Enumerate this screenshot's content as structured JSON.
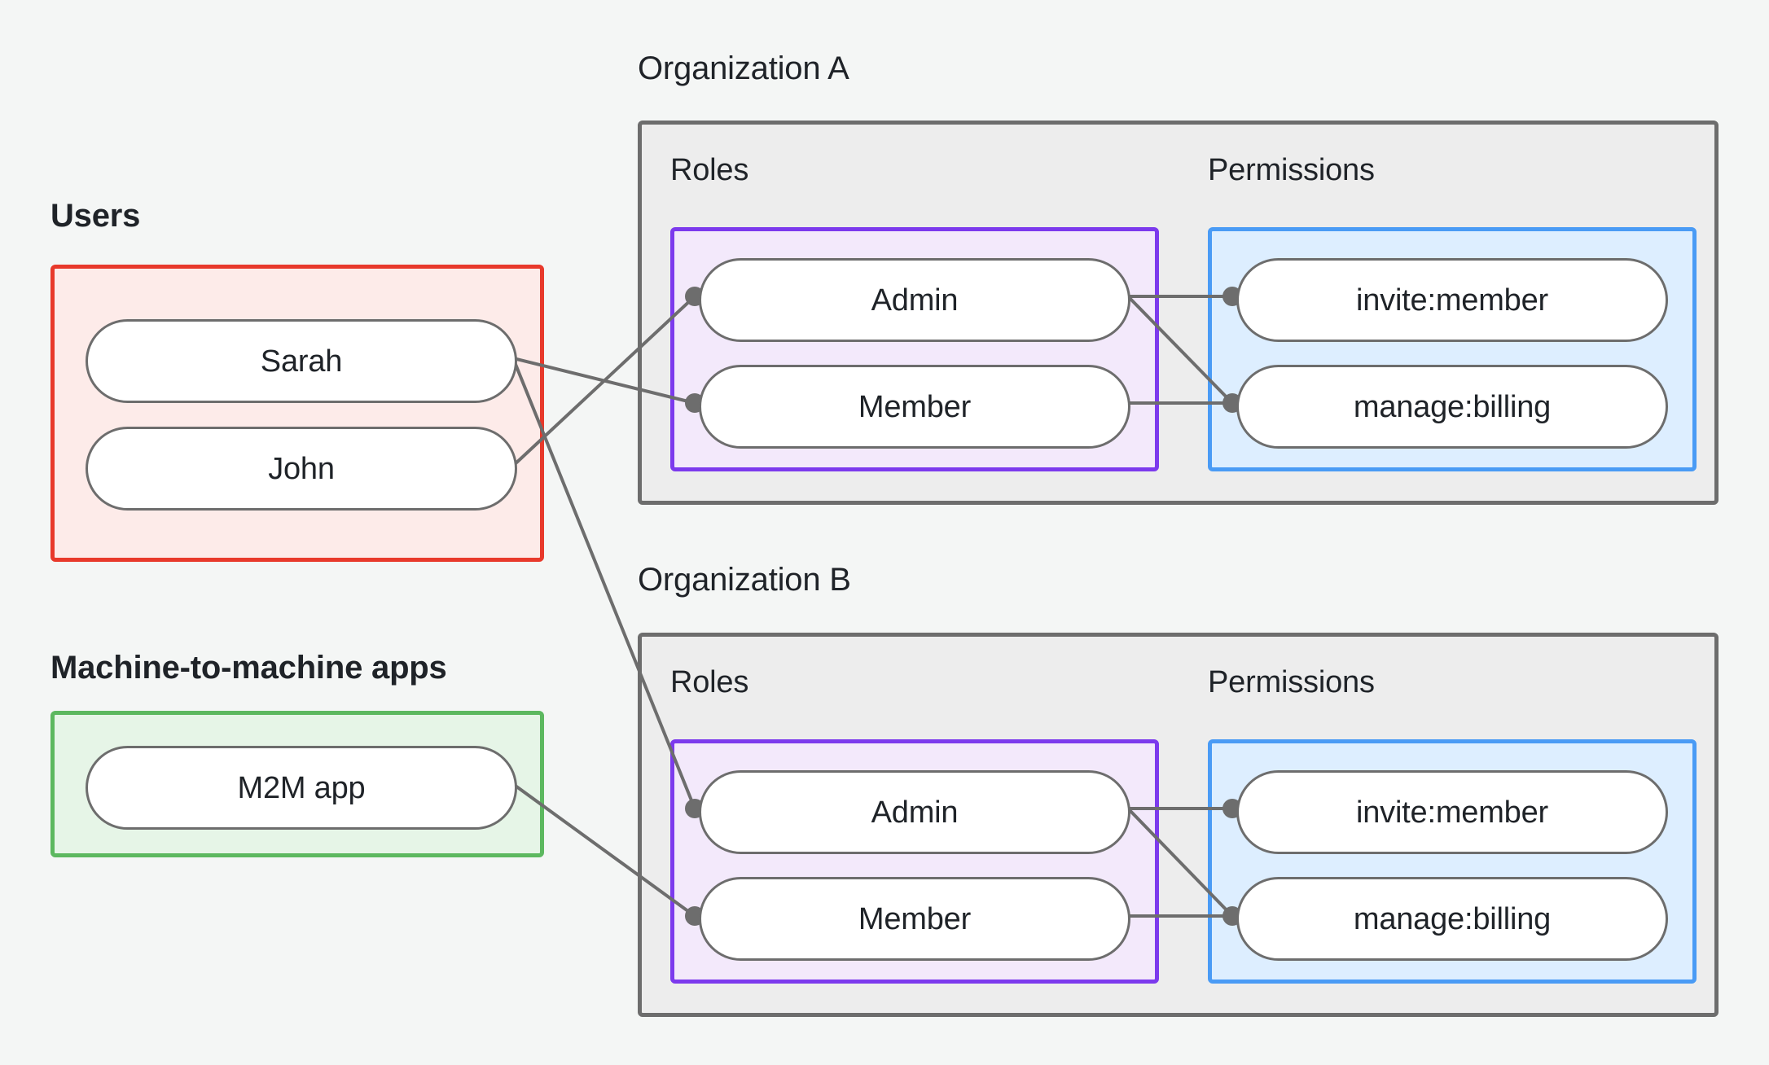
{
  "diagram": {
    "background_color": "#f4f6f5",
    "edge_color": "#6d6d6d"
  },
  "groups": {
    "users": {
      "title": "Users",
      "border_color": "#e8392b",
      "fill_color": "#fdebe9",
      "nodes": [
        {
          "id": "sarah",
          "label": "Sarah"
        },
        {
          "id": "john",
          "label": "John"
        }
      ]
    },
    "m2m": {
      "title": "Machine-to-machine apps",
      "border_color": "#5cb85f",
      "fill_color": "#e6f5e7",
      "nodes": [
        {
          "id": "m2m-app",
          "label": "M2M app"
        }
      ]
    }
  },
  "organizations": [
    {
      "id": "org-a",
      "title": "Organization A",
      "roles": {
        "title": "Roles",
        "border_color": "#7c3aed",
        "fill_color": "#f3e9fb",
        "nodes": [
          {
            "id": "org-a-admin",
            "label": "Admin"
          },
          {
            "id": "org-a-member",
            "label": "Member"
          }
        ]
      },
      "permissions": {
        "title": "Permissions",
        "border_color": "#4a9bf5",
        "fill_color": "#ddeeff",
        "nodes": [
          {
            "id": "org-a-invite",
            "label": "invite:member"
          },
          {
            "id": "org-a-billing",
            "label": "manage:billing"
          }
        ]
      }
    },
    {
      "id": "org-b",
      "title": "Organization B",
      "roles": {
        "title": "Roles",
        "border_color": "#7c3aed",
        "fill_color": "#f3e9fb",
        "nodes": [
          {
            "id": "org-b-admin",
            "label": "Admin"
          },
          {
            "id": "org-b-member",
            "label": "Member"
          }
        ]
      },
      "permissions": {
        "title": "Permissions",
        "border_color": "#4a9bf5",
        "fill_color": "#ddeeff",
        "nodes": [
          {
            "id": "org-b-invite",
            "label": "invite:member"
          },
          {
            "id": "org-b-billing",
            "label": "manage:billing"
          }
        ]
      }
    }
  ],
  "edges": [
    {
      "from": "john",
      "to": "org-a-admin"
    },
    {
      "from": "sarah",
      "to": "org-a-member"
    },
    {
      "from": "sarah",
      "to": "org-b-admin"
    },
    {
      "from": "m2m-app",
      "to": "org-b-member"
    },
    {
      "from": "org-a-admin",
      "to": "org-a-invite"
    },
    {
      "from": "org-a-admin",
      "to": "org-a-billing"
    },
    {
      "from": "org-a-member",
      "to": "org-a-billing"
    },
    {
      "from": "org-b-admin",
      "to": "org-b-invite"
    },
    {
      "from": "org-b-admin",
      "to": "org-b-billing"
    },
    {
      "from": "org-b-member",
      "to": "org-b-billing"
    }
  ]
}
